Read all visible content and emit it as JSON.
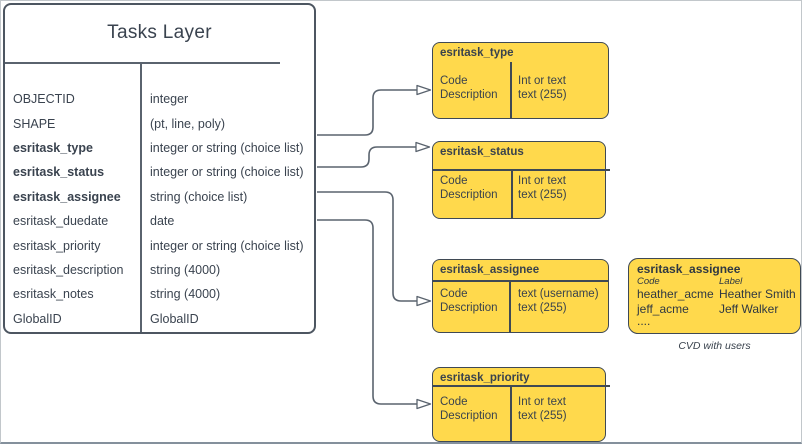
{
  "tasks_table": {
    "title": "Tasks Layer",
    "fields": [
      {
        "name": "OBJECTID",
        "type": "integer",
        "bold": false
      },
      {
        "name": "SHAPE",
        "type": "(pt, line, poly)",
        "bold": false
      },
      {
        "name": "esritask_type",
        "type": "integer or string (choice list)",
        "bold": true
      },
      {
        "name": "esritask_status",
        "type": "integer or string (choice list)",
        "bold": true
      },
      {
        "name": "esritask_assignee",
        "type": "string (choice list)",
        "bold": true
      },
      {
        "name": "esritask_duedate",
        "type": "date",
        "bold": false
      },
      {
        "name": "esritask_priority",
        "type": "integer or string (choice list)",
        "bold": false
      },
      {
        "name": "esritask_description",
        "type": "string (4000)",
        "bold": false
      },
      {
        "name": "esritask_notes",
        "type": "string (4000)",
        "bold": false
      },
      {
        "name": "GlobalID",
        "type": "GlobalID",
        "bold": false
      }
    ]
  },
  "choice_boxes": [
    {
      "title": "esritask_type",
      "left": [
        "Code",
        "Description"
      ],
      "right": [
        "Int or text",
        "text (255)"
      ]
    },
    {
      "title": "esritask_status",
      "left": [
        "Code",
        "Description"
      ],
      "right": [
        "Int or text",
        "text (255)"
      ]
    },
    {
      "title": "esritask_assignee",
      "left": [
        "Code",
        "Description"
      ],
      "right": [
        "text  (username)",
        "text (255)"
      ]
    },
    {
      "title": "esritask_priority",
      "left": [
        "Code",
        "Description"
      ],
      "right": [
        "Int or text",
        "text (255)"
      ]
    }
  ],
  "cvd_box": {
    "title": "esritask_assignee",
    "col_headers": [
      "Code",
      "Label"
    ],
    "rows": [
      [
        "heather_acme",
        "Heather Smith"
      ],
      [
        "jeff_acme",
        "Jeff Walker"
      ]
    ],
    "ellipsis": "....",
    "caption": "CVD with users"
  },
  "connectors": [
    {
      "from": "esritask_type field",
      "to": "esritask_type choice list"
    },
    {
      "from": "esritask_status field",
      "to": "esritask_status choice list"
    },
    {
      "from": "esritask_assignee field",
      "to": "esritask_assignee choice list"
    },
    {
      "from": "esritask_priority field",
      "to": "esritask_priority choice list"
    }
  ],
  "colors": {
    "background": "#ffffff",
    "choice_box_fill": "#ffd94c",
    "choice_box_border": "#3f4954",
    "table_border": "#4d5661",
    "connector_line": "#5a636e",
    "text": "#3a434f"
  }
}
